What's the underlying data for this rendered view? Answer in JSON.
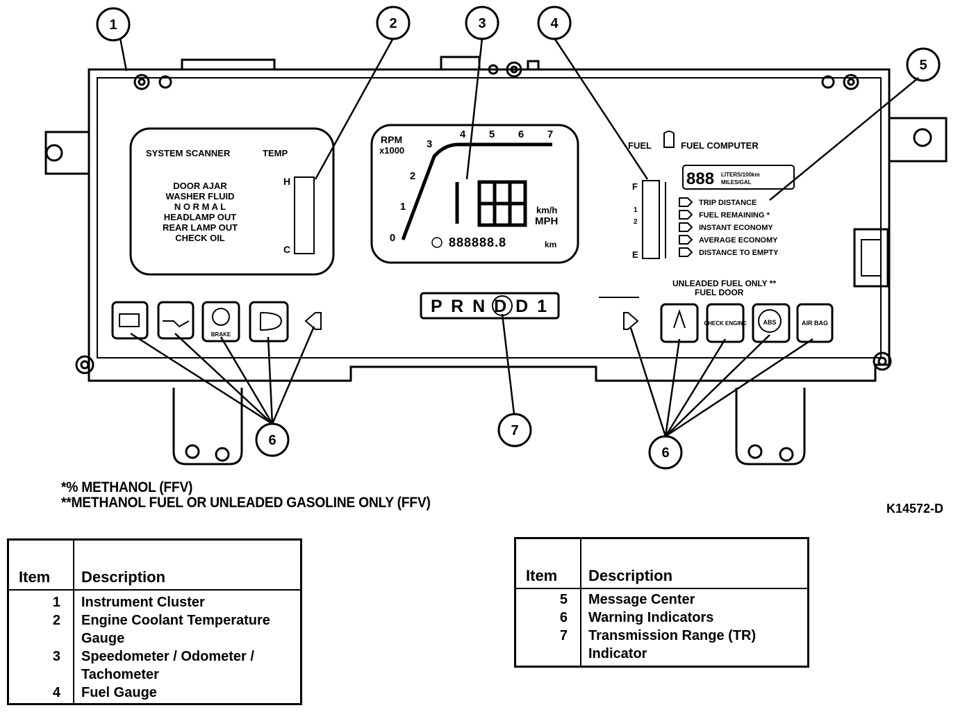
{
  "callouts": [
    "1",
    "2",
    "3",
    "4",
    "5",
    "6",
    "6",
    "7"
  ],
  "scanner": {
    "title": "SYSTEM SCANNER",
    "temp_label": "TEMP",
    "messages": [
      "DOOR AJAR",
      "WASHER FLUID",
      "N O R M A L",
      "HEADLAMP OUT",
      "REAR LAMP OUT",
      "CHECK OIL"
    ],
    "hi_label": "H",
    "lo_label": "C"
  },
  "speedo": {
    "rpm_label": "RPM",
    "rpm_mult": "x1000",
    "rpm_ticks": [
      "0",
      "1",
      "2",
      "3",
      "4",
      "5",
      "6",
      "7"
    ],
    "speed_digits": "188",
    "unit_kmh": "km/h",
    "unit_mph": "MPH",
    "odometer": "888888.8",
    "odo_unit": "km"
  },
  "fuel_gauge": {
    "label": "FUEL",
    "full": "F",
    "half_num": "1",
    "half_den": "2",
    "empty": "E"
  },
  "fuel_computer": {
    "title": "FUEL COMPUTER",
    "display": "888",
    "units_line1": "LITERS/100km",
    "units_line2": "MILES/GAL",
    "items": [
      "TRIP DISTANCE",
      "FUEL REMAINING *",
      "INSTANT ECONOMY",
      "AVERAGE ECONOMY",
      "DISTANCE TO EMPTY"
    ]
  },
  "prnd": "P R N D D 1",
  "unleaded_note": "UNLEADED FUEL ONLY **",
  "fuel_door": "FUEL DOOR",
  "warning_lamps": {
    "brake": "BRAKE",
    "check_engine": "CHECK ENGINE",
    "abs": "ABS",
    "air_bag": "AIR BAG"
  },
  "footnotes": [
    "*% METHANOL (FFV)",
    "**METHANOL FUEL OR UNLEADED GASOLINE ONLY (FFV)"
  ],
  "figure_id": "K14572-D",
  "legend_left": {
    "headers": {
      "item": "Item",
      "desc": "Description"
    },
    "rows": [
      {
        "item": "1",
        "desc": "Instrument Cluster"
      },
      {
        "item": "2",
        "desc": "Engine Coolant Temperature Gauge"
      },
      {
        "item": "3",
        "desc": "Speedometer / Odometer / Tachometer"
      },
      {
        "item": "4",
        "desc": "Fuel Gauge"
      }
    ]
  },
  "legend_right": {
    "headers": {
      "item": "Item",
      "desc": "Description"
    },
    "rows": [
      {
        "item": "5",
        "desc": "Message Center"
      },
      {
        "item": "6",
        "desc": "Warning Indicators"
      },
      {
        "item": "7",
        "desc": "Transmission Range (TR) Indicator"
      }
    ]
  }
}
